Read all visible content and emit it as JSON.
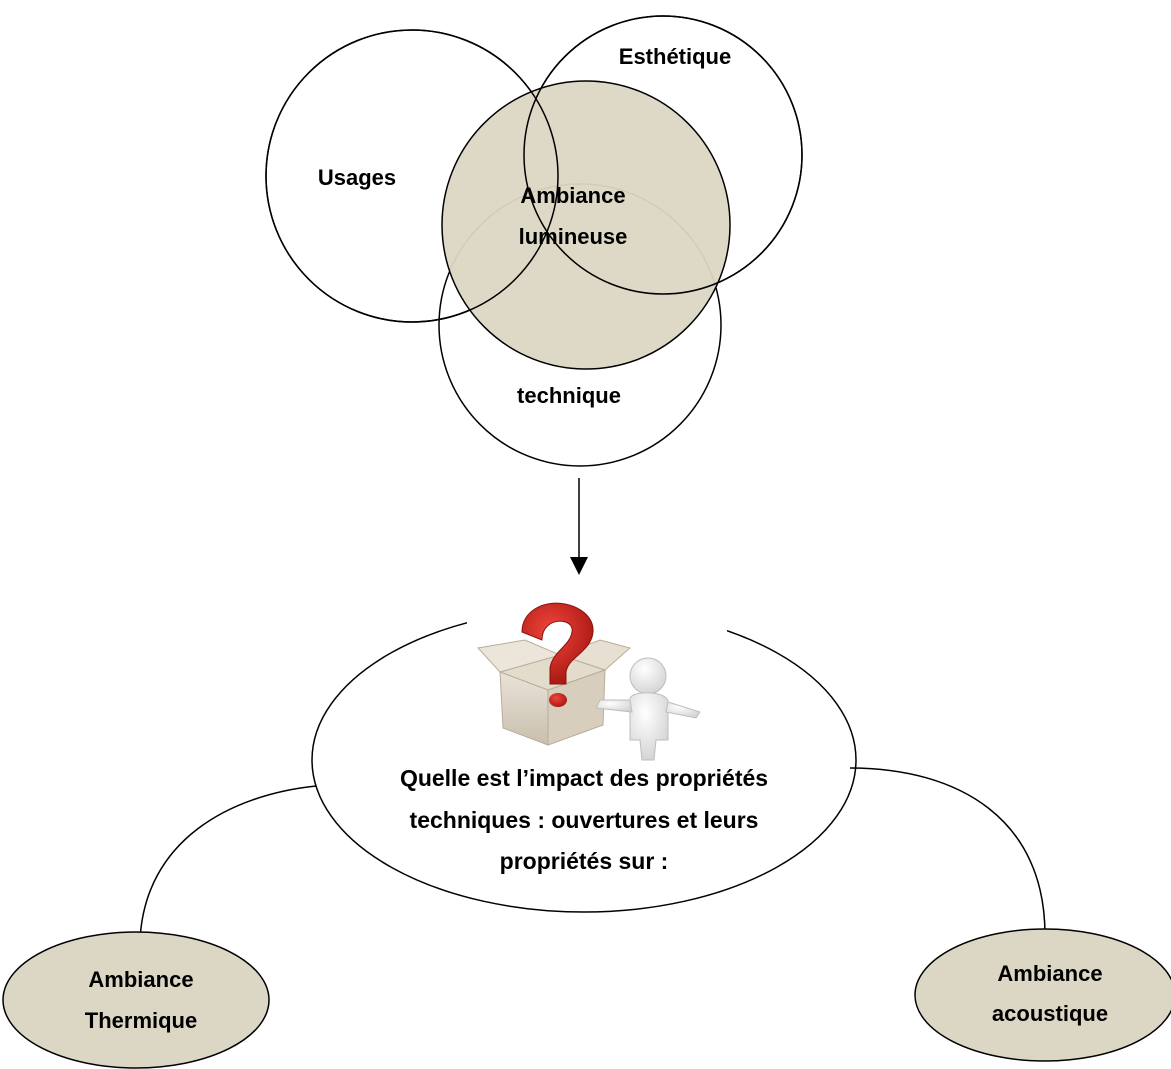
{
  "venn": {
    "usages": "Usages",
    "esthetique": "Esthétique",
    "technique": "technique",
    "center_line1": "Ambiance",
    "center_line2": "lumineuse",
    "center_fill": "#dcd7c4"
  },
  "question": {
    "illustration_icon": "question-mark-box-figure-icon",
    "line1": "Quelle est l’impact des propriétés",
    "line2": "techniques : ouvertures et leurs",
    "line3": "propriétés sur :"
  },
  "outcomes": {
    "thermique_line1": "Ambiance",
    "thermique_line2": "Thermique",
    "acoustique_line1": "Ambiance",
    "acoustique_line2": "acoustique",
    "fill": "#dcd7c4"
  },
  "colors": {
    "stroke": "#000000",
    "question_mark": "#c8231c"
  }
}
